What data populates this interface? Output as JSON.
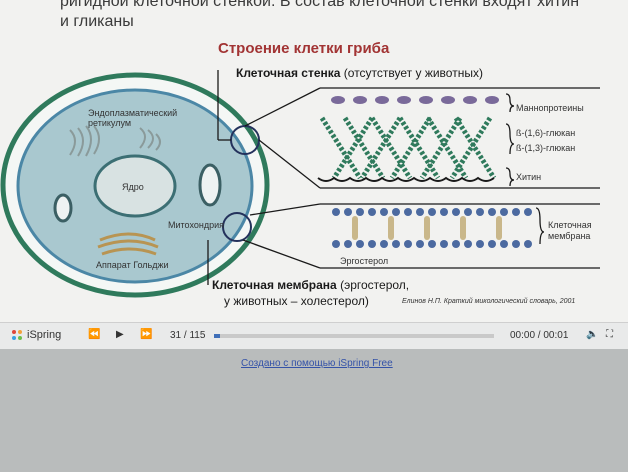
{
  "slide": {
    "top_text": "ригидной клеточной стенкой. В состав клеточной стенки входят хитин и гликаны",
    "title": "Строение клетки гриба",
    "cell_wall_label_bold": "Клеточная стенка",
    "cell_wall_label_note": "(отсутствует у животных)",
    "membrane_label_bold": "Клеточная мембрана",
    "membrane_label_note": "(эргостерол,",
    "membrane_label_note2": "у животных – холестерол)",
    "organelles": {
      "er": "Эндоплазматический ретикулум",
      "nucleus": "Ядро",
      "mitochondria": "Митохондрия",
      "golgi": "Аппарат Гольджи"
    },
    "wall_layers": {
      "mannoproteins": "Маннопротеины",
      "glucan_16": "ß-(1,6)-глюкан",
      "glucan_13": "ß-(1,3)-глюкан",
      "chitin": "Хитин"
    },
    "membrane_parts": {
      "membrane": "Клеточная мембрана",
      "ergosterol": "Эргостерол"
    },
    "citation": "Елинов Н.П. Краткий микологический словарь, 2001"
  },
  "player": {
    "brand": "iSpring",
    "counter": "31 / 115",
    "progress": 0.02,
    "time": "00:00 / 00:01",
    "prev_icon": "rewind-icon",
    "play_icon": "play-icon",
    "next_icon": "fast-forward-icon",
    "volume_icon": "volume-icon",
    "fullscreen_icon": "fullscreen-icon"
  },
  "footer": {
    "link": "Создано с помощью iSpring Free"
  },
  "colors": {
    "title": "#a23434",
    "cell_outer": "#2f7a5c",
    "cell_inner": "#4b87a6",
    "cytoplasm": "#a9c8cf",
    "link": "#3553a8"
  }
}
